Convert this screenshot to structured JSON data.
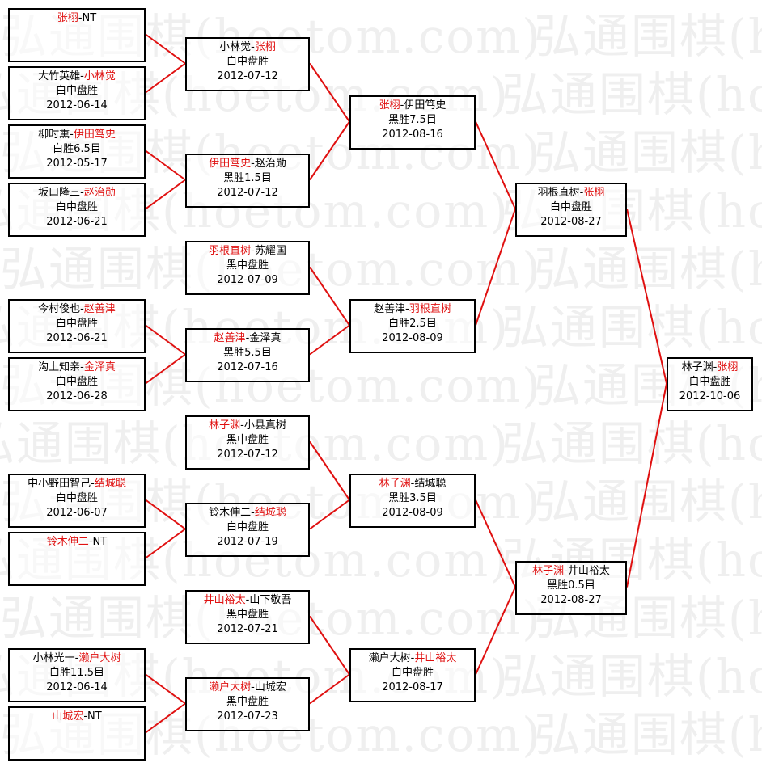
{
  "watermark": "弘通围棋(hoetom.com)",
  "colors": {
    "winner": "#e01010",
    "line": "#e01010",
    "border": "#000000"
  },
  "rounds": [
    {
      "name": "round-1",
      "matches": [
        {
          "p1": "张栩",
          "sep": "-",
          "p2": "NT",
          "winner": 1,
          "result": "",
          "date": ""
        },
        {
          "p1": "大竹英雄",
          "sep": "-",
          "p2": "小林觉",
          "winner": 2,
          "result": "白中盘胜",
          "date": "2012-06-14"
        },
        {
          "p1": "柳时熏",
          "sep": "-",
          "p2": "伊田笃史",
          "winner": 2,
          "result": "白胜6.5目",
          "date": "2012-05-17"
        },
        {
          "p1": "坂口隆三",
          "sep": "-",
          "p2": "赵治勋",
          "winner": 2,
          "result": "白中盘胜",
          "date": "2012-06-21"
        },
        {
          "p1": "今村俊也",
          "sep": "-",
          "p2": "赵善津",
          "winner": 2,
          "result": "白中盘胜",
          "date": "2012-06-21"
        },
        {
          "p1": "沟上知亲",
          "sep": "-",
          "p2": "金泽真",
          "winner": 2,
          "result": "白中盘胜",
          "date": "2012-06-28"
        },
        {
          "p1": "中小野田智己",
          "sep": "-",
          "p2": "结城聪",
          "winner": 2,
          "result": "白中盘胜",
          "date": "2012-06-07"
        },
        {
          "p1": "铃木伸二",
          "sep": "-",
          "p2": "NT",
          "winner": 1,
          "result": "",
          "date": ""
        },
        {
          "p1": "小林光一",
          "sep": "-",
          "p2": "濑户大树",
          "winner": 2,
          "result": "白胜11.5目",
          "date": "2012-06-14"
        },
        {
          "p1": "山城宏",
          "sep": "-",
          "p2": "NT",
          "winner": 1,
          "result": "",
          "date": ""
        }
      ]
    },
    {
      "name": "round-2",
      "matches": [
        {
          "p1": "小林觉",
          "sep": "-",
          "p2": "张栩",
          "winner": 2,
          "result": "白中盘胜",
          "date": "2012-07-12"
        },
        {
          "p1": "伊田笃史",
          "sep": "-",
          "p2": "赵治勋",
          "winner": 1,
          "result": "黑胜1.5目",
          "date": "2012-07-12"
        },
        {
          "p1": "羽根直树",
          "sep": "-",
          "p2": "苏耀国",
          "winner": 1,
          "result": "黑中盘胜",
          "date": "2012-07-09"
        },
        {
          "p1": "赵善津",
          "sep": "-",
          "p2": "金泽真",
          "winner": 1,
          "result": "黑胜5.5目",
          "date": "2012-07-16"
        },
        {
          "p1": "林子渊",
          "sep": "-",
          "p2": "小县真树",
          "winner": 1,
          "result": "黑中盘胜",
          "date": "2012-07-12"
        },
        {
          "p1": "铃木伸二",
          "sep": "-",
          "p2": "结城聪",
          "winner": 2,
          "result": "白中盘胜",
          "date": "2012-07-19"
        },
        {
          "p1": "井山裕太",
          "sep": "-",
          "p2": "山下敬吾",
          "winner": 1,
          "result": "黑中盘胜",
          "date": "2012-07-21"
        },
        {
          "p1": "濑户大树",
          "sep": "-",
          "p2": "山城宏",
          "winner": 1,
          "result": "黑中盘胜",
          "date": "2012-07-23"
        }
      ]
    },
    {
      "name": "round-3",
      "matches": [
        {
          "p1": "张栩",
          "sep": "-",
          "p2": "伊田笃史",
          "winner": 1,
          "result": "黑胜7.5目",
          "date": "2012-08-16"
        },
        {
          "p1": "赵善津",
          "sep": "-",
          "p2": "羽根直树",
          "winner": 2,
          "result": "白胜2.5目",
          "date": "2012-08-09"
        },
        {
          "p1": "林子渊",
          "sep": "-",
          "p2": "结城聪",
          "winner": 1,
          "result": "黑胜3.5目",
          "date": "2012-08-09"
        },
        {
          "p1": "濑户大树",
          "sep": "-",
          "p2": "井山裕太",
          "winner": 2,
          "result": "白中盘胜",
          "date": "2012-08-17"
        }
      ]
    },
    {
      "name": "semifinal",
      "matches": [
        {
          "p1": "羽根直树",
          "sep": "-",
          "p2": "张栩",
          "winner": 2,
          "result": "白中盘胜",
          "date": "2012-08-27"
        },
        {
          "p1": "林子渊",
          "sep": "-",
          "p2": "井山裕太",
          "winner": 1,
          "result": "黑胜0.5目",
          "date": "2012-08-27"
        }
      ]
    },
    {
      "name": "final",
      "matches": [
        {
          "p1": "林子渊",
          "sep": "-",
          "p2": "张栩",
          "winner": 2,
          "result": "白中盘胜",
          "date": "2012-10-06"
        }
      ]
    }
  ]
}
